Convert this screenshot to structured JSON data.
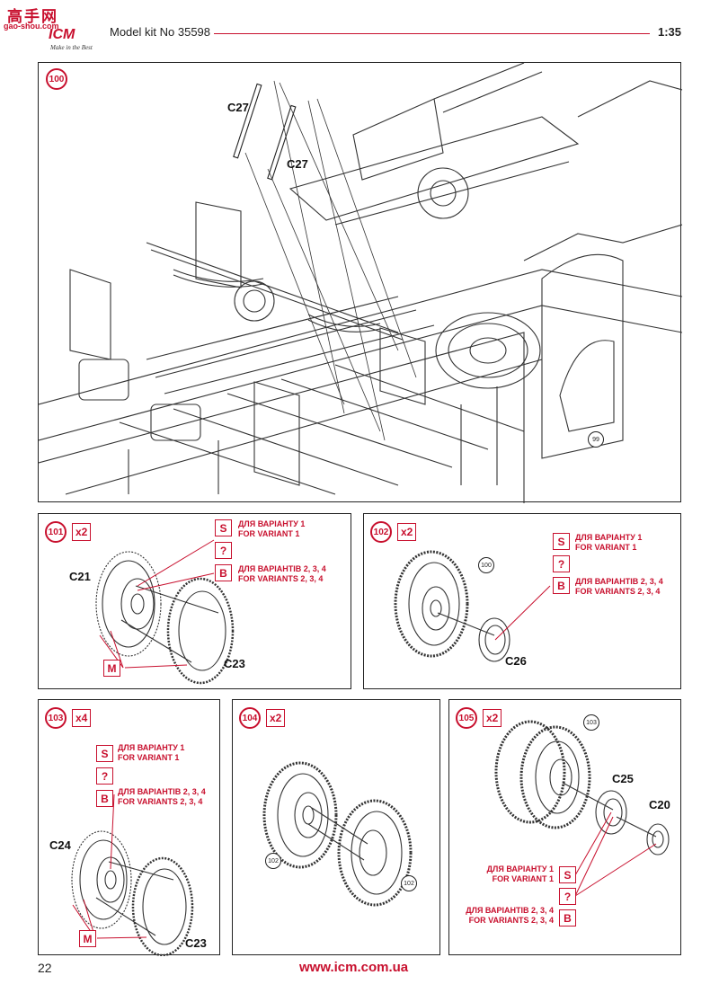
{
  "header": {
    "logo_cn": "高手网",
    "logo_sub": "gao-shou.com",
    "logo_brand": "ICM",
    "logo_tagline": "Make in the Best",
    "title": "Model kit No 35598",
    "scale": "1:35"
  },
  "steps": {
    "s100": {
      "num": "100",
      "parts": [
        "C27",
        "C27"
      ],
      "ref": "99"
    },
    "s101": {
      "num": "101",
      "qty": "x2",
      "parts": [
        "C21",
        "C23"
      ],
      "paint": "M"
    },
    "s102": {
      "num": "102",
      "qty": "x2",
      "parts": [
        "C26"
      ],
      "ref": "100"
    },
    "s103": {
      "num": "103",
      "qty": "x4",
      "parts": [
        "C24",
        "C23"
      ],
      "paint": "M"
    },
    "s104": {
      "num": "104",
      "qty": "x2",
      "refs": [
        "102",
        "102"
      ]
    },
    "s105": {
      "num": "105",
      "qty": "x2",
      "parts": [
        "C25",
        "C20"
      ],
      "ref": "103"
    }
  },
  "legend": {
    "code_s": "S",
    "code_q": "?",
    "code_b": "B",
    "variant1_ua": "ДЛЯ ВАРІАНТУ 1",
    "variant1_en": "FOR VARIANT 1",
    "variants_ua": "ДЛЯ ВАРІАНТІВ 2, 3, 4",
    "variants_en": "FOR VARIANTS 2, 3, 4"
  },
  "footer": {
    "page": "22",
    "url": "www.icm.com.ua"
  },
  "colors": {
    "accent": "#c8102e",
    "line": "#222222"
  }
}
